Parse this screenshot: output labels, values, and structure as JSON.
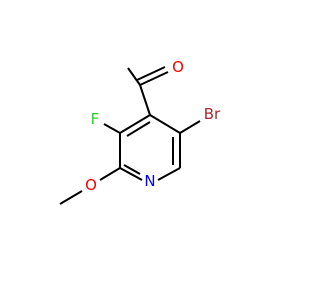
{
  "atoms": {
    "oxygen_aldehyde": {
      "label": "O",
      "color": "#ff0000"
    },
    "bromine": {
      "label": "Br",
      "color": "#a52a2a"
    },
    "fluorine": {
      "label": "F",
      "color": "#33cc33"
    },
    "nitrogen": {
      "label": "N",
      "color": "#0000ff"
    },
    "oxygen_methoxy": {
      "label": "O",
      "color": "#ff0000"
    }
  },
  "colors": {
    "bond": "#000000",
    "background": "#ffffff"
  }
}
